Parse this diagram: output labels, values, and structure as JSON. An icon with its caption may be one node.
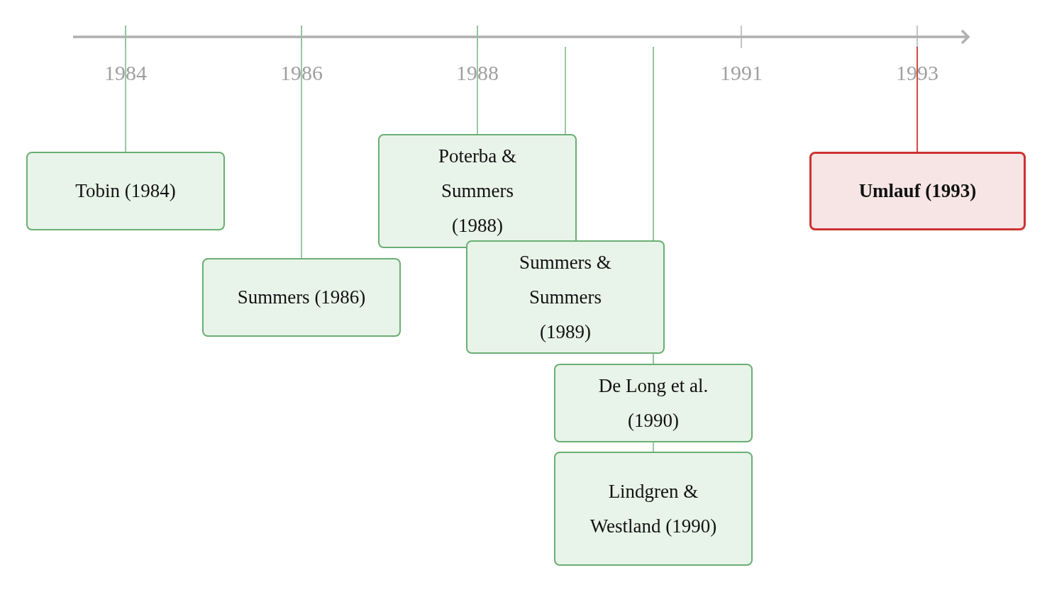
{
  "diagram": {
    "nodes": [
      {
        "text": [
          "Tobin (1984)"
        ]
      },
      {
        "text": [
          "Summers (1986)"
        ]
      },
      {
        "text": [
          "Poterba & Summers (1988)"
        ]
      },
      {
        "text": [
          "Summers & Summers (1989)"
        ]
      },
      {
        "text": [
          "De Long et al. (1990)"
        ]
      },
      {
        "text": [
          "Lindgren & Westland (1990)"
        ]
      },
      {
        "text": [
          "Umlauf (1993)"
        ]
      }
    ],
    "edges": [
      {
        "from": null,
        "to": 0,
        "arrow": "none"
      },
      {
        "from": null,
        "to": 1,
        "arrow": "none"
      },
      {
        "from": null,
        "to": 2,
        "arrow": "none"
      },
      {
        "from": null,
        "to": 3,
        "arrow": "none"
      },
      {
        "from": null,
        "to": 4,
        "arrow": "none"
      },
      {
        "from": null,
        "to": 5,
        "arrow": "none"
      },
      {
        "from": null,
        "to": 6,
        "arrow": "none",
        "color": "#cc3333"
      }
    ],
    "labels": [
      "1984",
      "1986",
      "1988",
      "1991",
      "1993"
    ]
  }
}
